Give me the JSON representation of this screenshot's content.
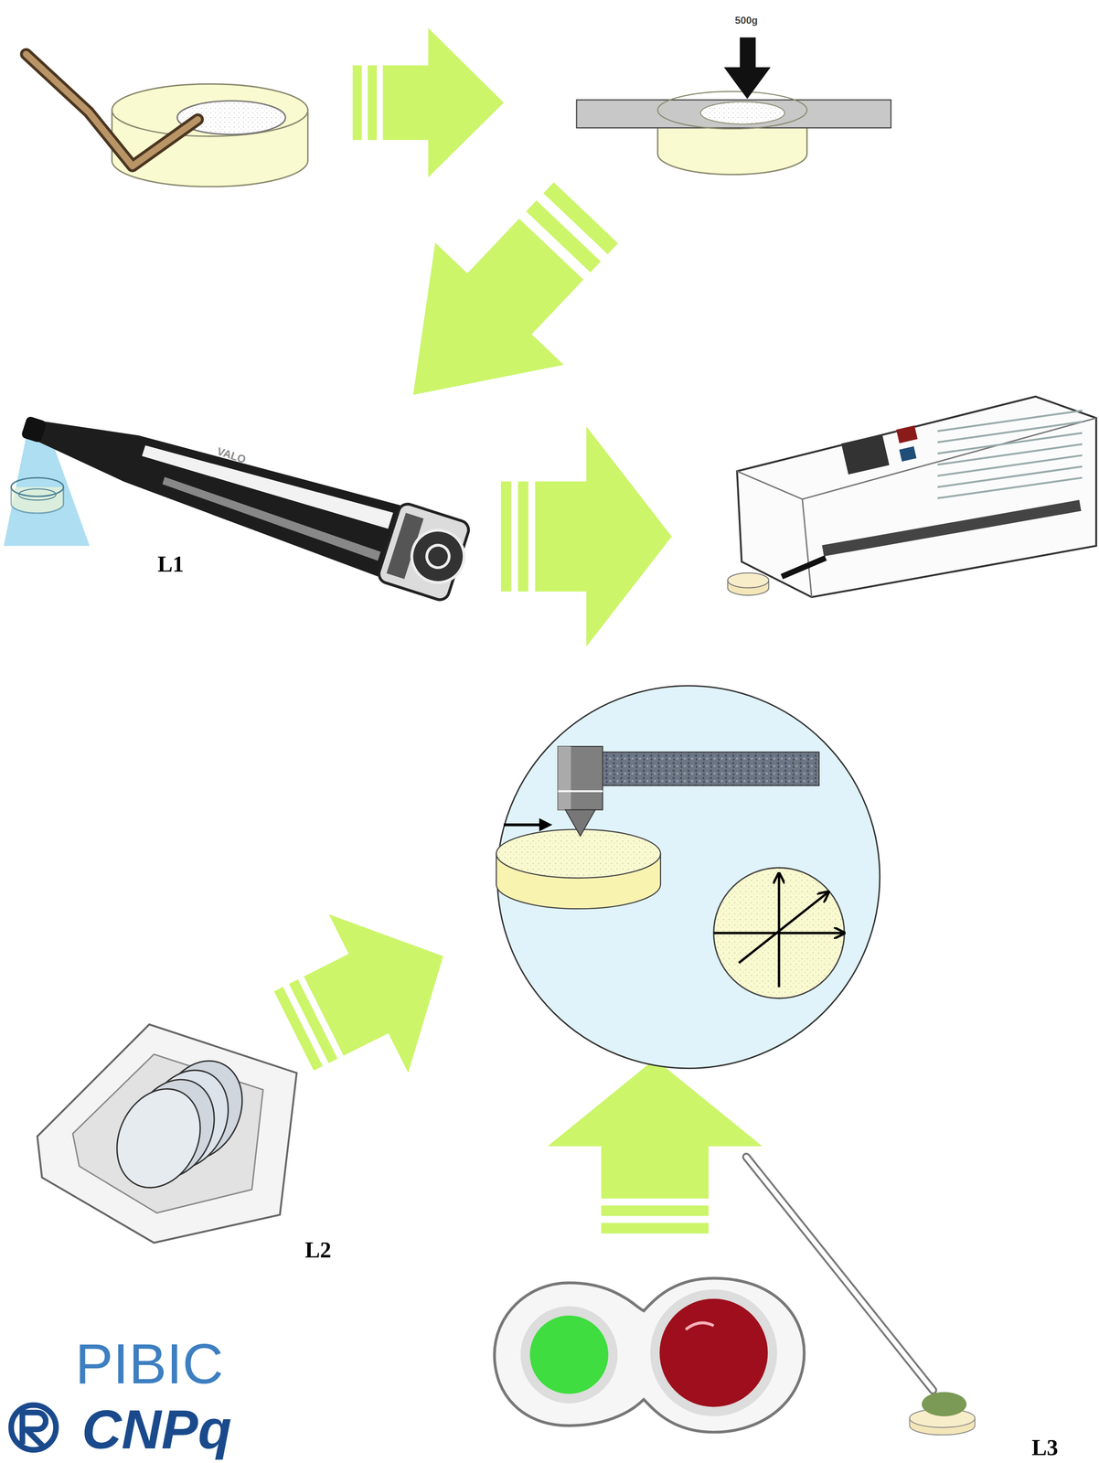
{
  "diagram": {
    "labels": [
      "500g",
      "VALO",
      "L1",
      "L2",
      "L3",
      "PIBIC",
      "CNPq"
    ]
  }
}
